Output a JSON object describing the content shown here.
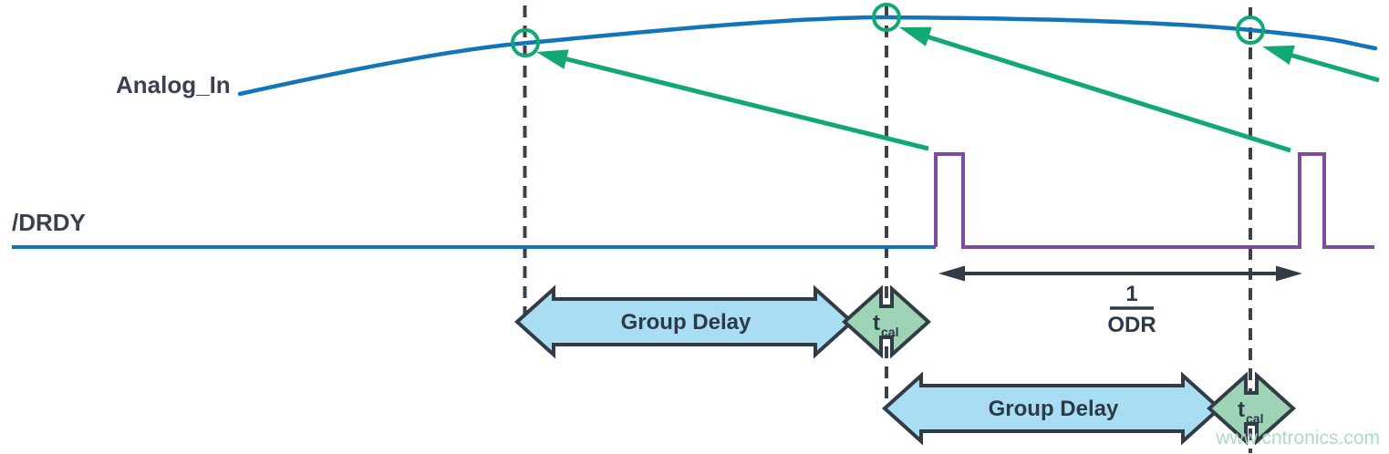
{
  "diagram": {
    "signals": {
      "analog_in_label": "Analog_In",
      "drdy_label": "/DRDY"
    },
    "annotations": {
      "group_delay_labels": [
        "Group Delay",
        "Group Delay"
      ],
      "tcal_symbols": [
        "t",
        "t"
      ],
      "tcal_subscripts": [
        "cal",
        "cal"
      ],
      "odr_numerator": "1",
      "odr_denominator": "ODR"
    },
    "watermark": "www.cntronics.com",
    "colors": {
      "analog_in_blue": "#1274b9",
      "drdy_purple": "#7e4b9e",
      "sample_green": "#12a873",
      "outline_navy": "#323c46",
      "dashed_line": "#3a4149",
      "group_delay_fill": "#a8ddf4",
      "tcal_fill": "#9fd3b5",
      "watermark_green": "#a9d9bd"
    }
  }
}
